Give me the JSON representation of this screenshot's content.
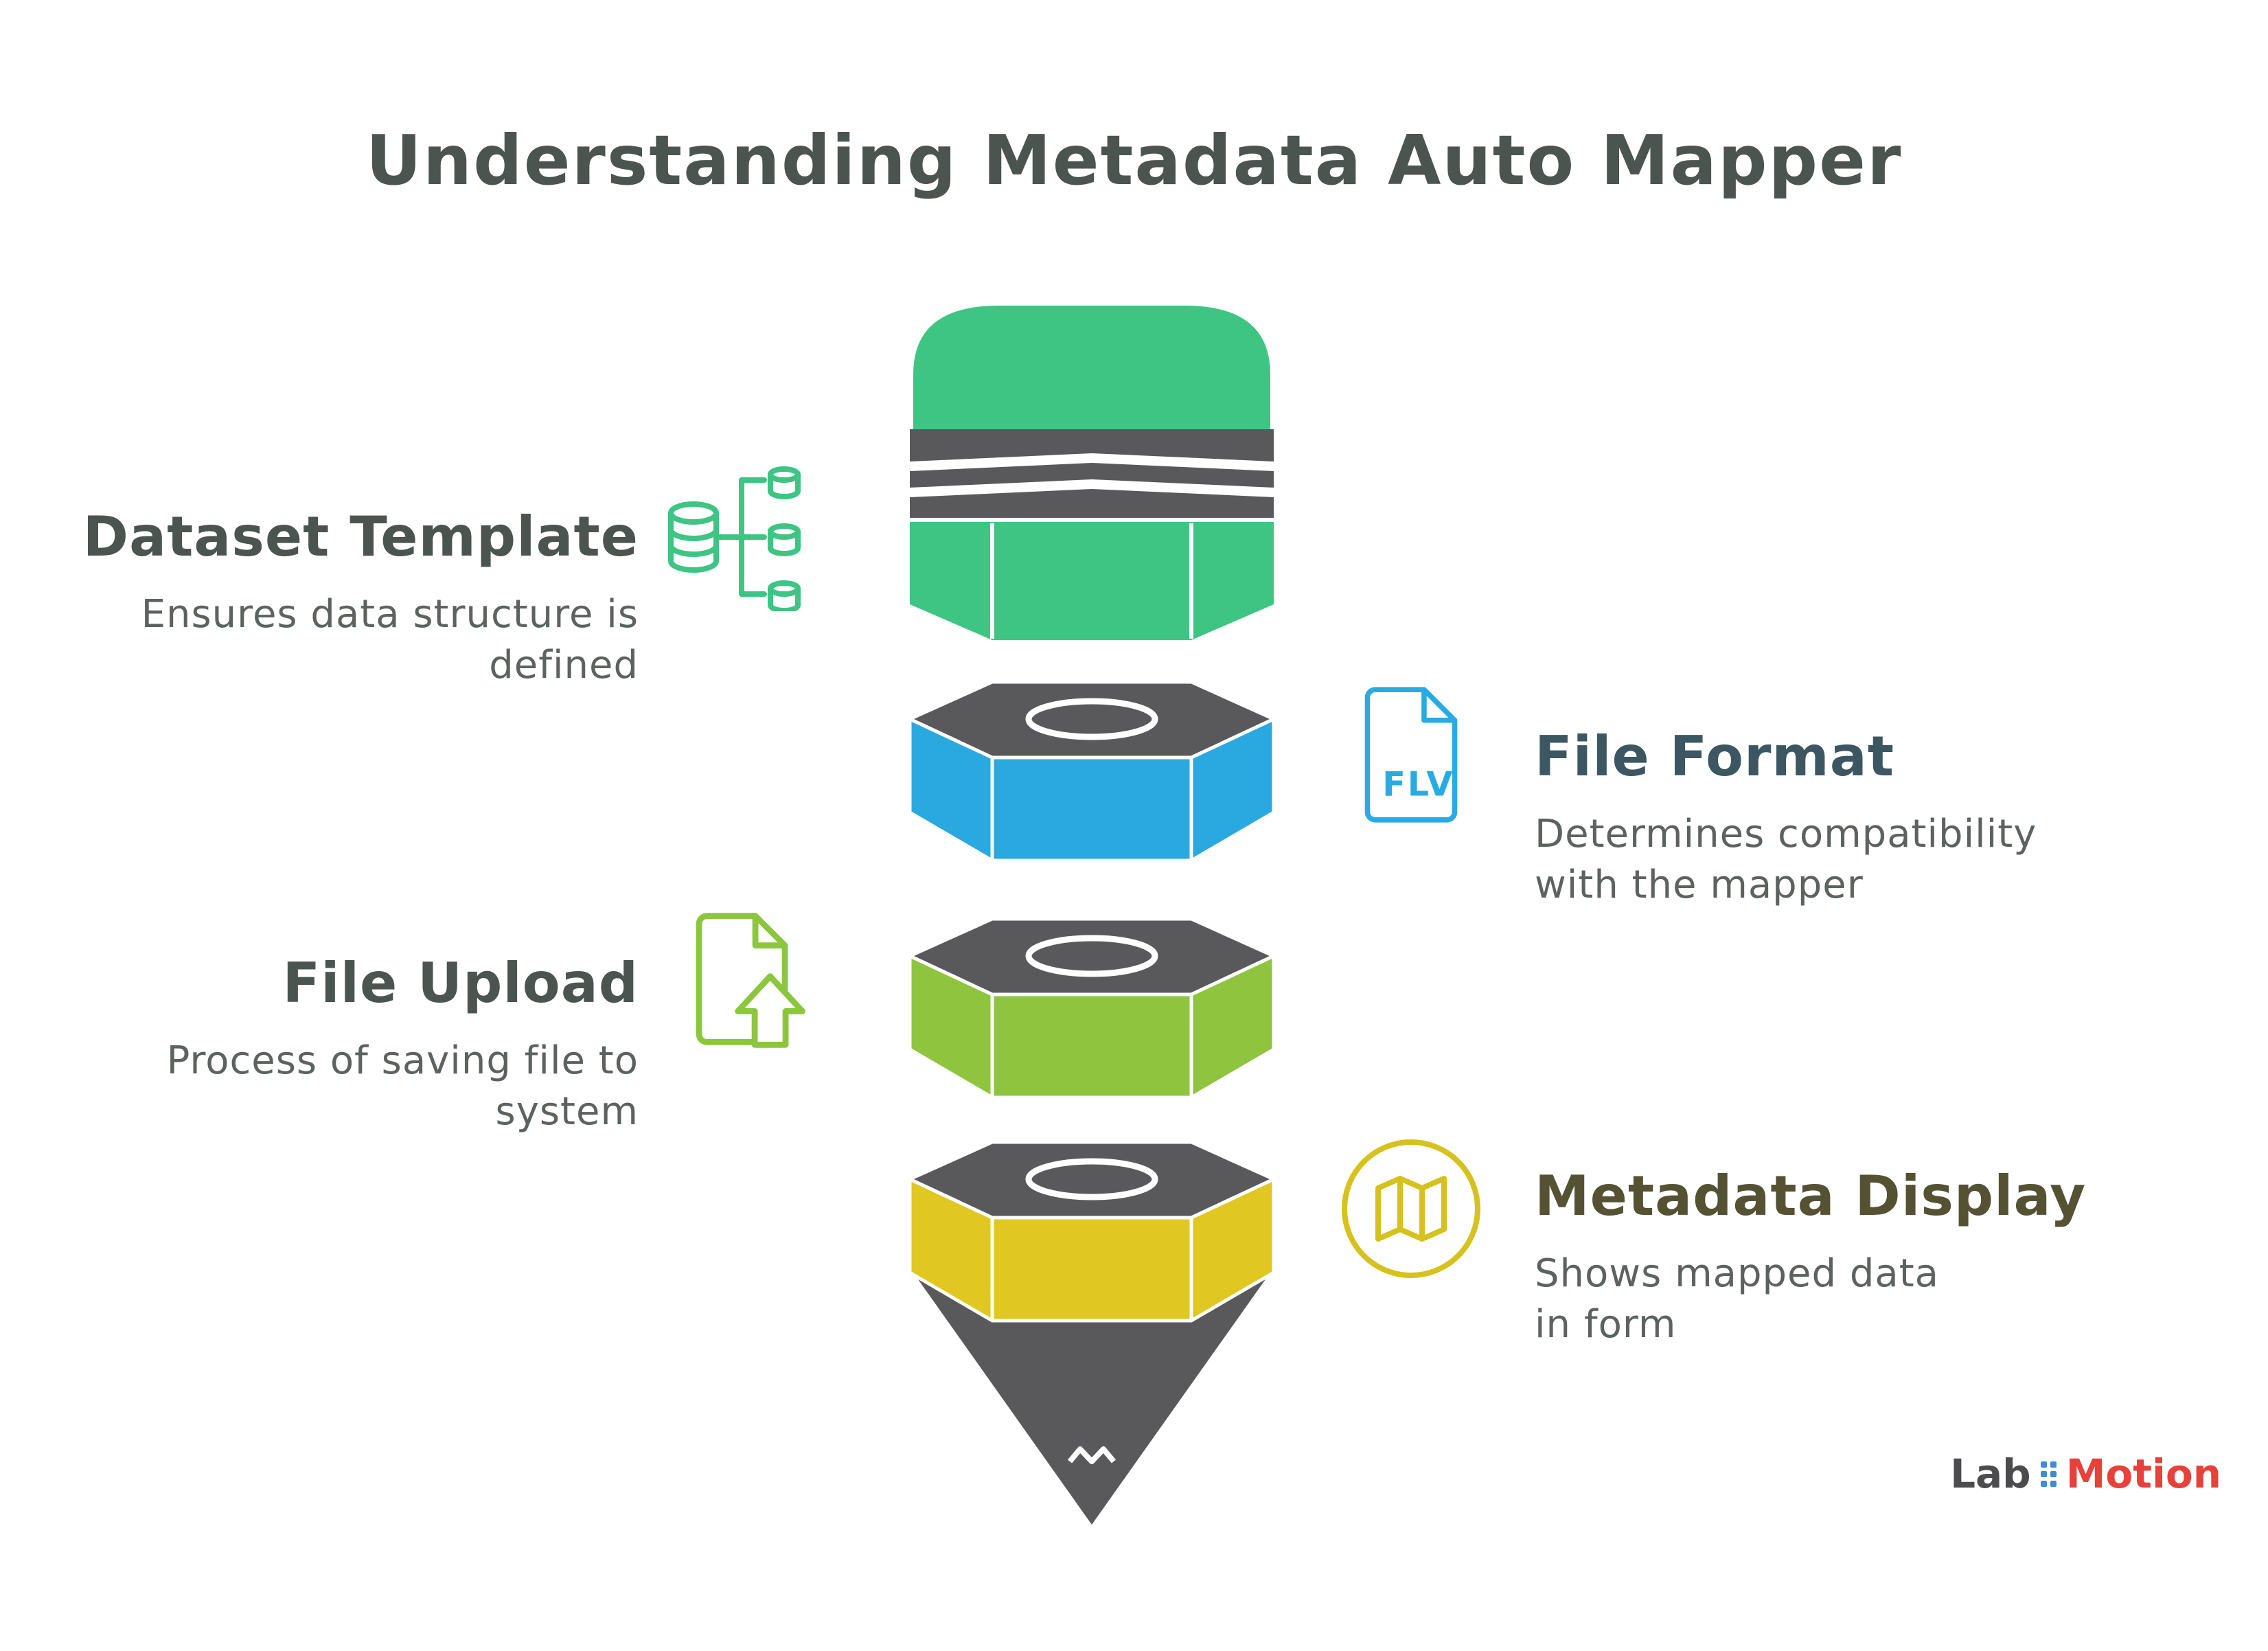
{
  "title": "Understanding Metadata Auto Mapper",
  "sections": {
    "dataset_template": {
      "heading": "Dataset Template",
      "description": "Ensures data structure is defined",
      "icon": "database-template-icon"
    },
    "file_format": {
      "heading": "File Format",
      "description": "Determines compatibility with the mapper",
      "icon": "flv-file-icon",
      "icon_label": "FLV"
    },
    "file_upload": {
      "heading": "File Upload",
      "description": "Process of saving file to system",
      "icon": "file-upload-icon"
    },
    "metadata_display": {
      "heading": "Metadata Display",
      "description": "Shows mapped data in form",
      "icon": "map-icon"
    }
  },
  "pencil": {
    "segment_order": [
      "eraser-green",
      "blue-nut",
      "green-nut",
      "yellow-nut",
      "gray-tip"
    ]
  },
  "colors": {
    "eraser_green": "#3ec583",
    "segment_blue": "#29a9e0",
    "segment_green": "#8fc43e",
    "segment_yellow": "#e0c721",
    "dark_gray": "#59595b",
    "heading_dark": "#4b544e",
    "heading_slate": "#3c5662",
    "heading_olive": "#545233",
    "body_text": "#5c635e",
    "icon_green": "#3ec583",
    "icon_lime": "#8cc63f",
    "icon_blue": "#29abe2",
    "icon_yellow": "#d6c11f",
    "logo_dark": "#4c4c4e",
    "logo_red": "#e8403a",
    "logo_blue": "#3f8cd5"
  },
  "logo": {
    "part1": "Lab",
    "part2": "Motion"
  }
}
